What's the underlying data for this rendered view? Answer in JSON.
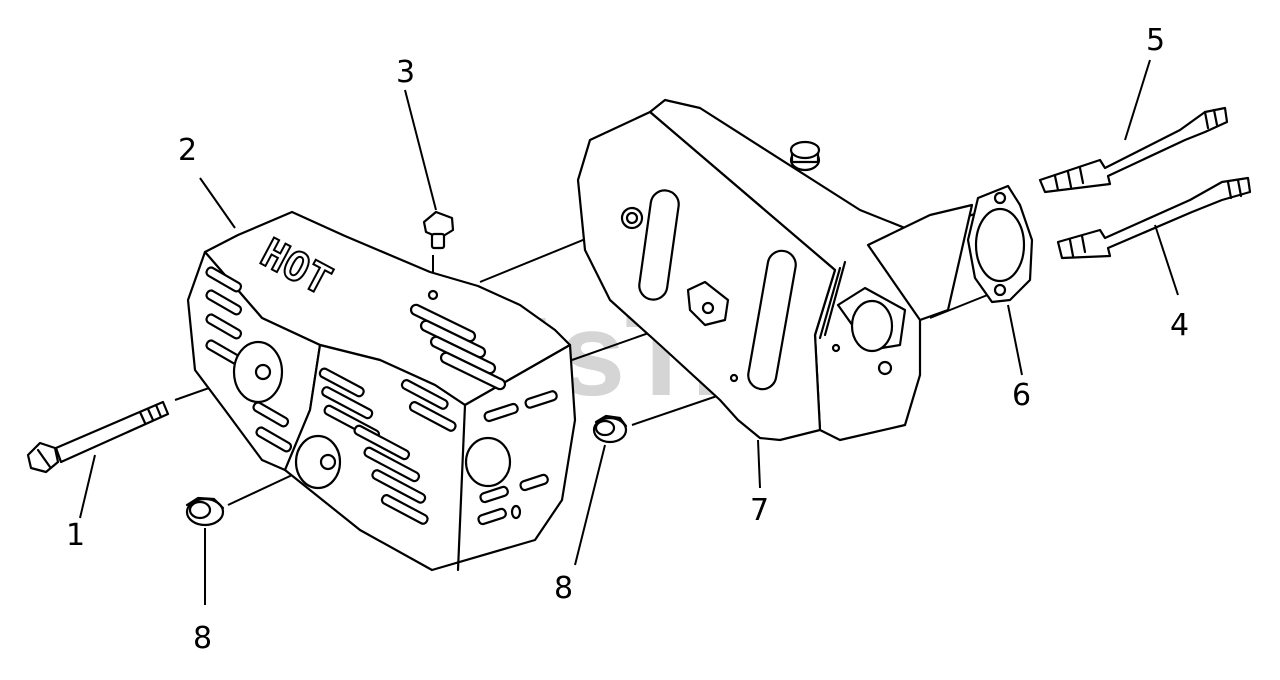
{
  "diagram": {
    "callouts": [
      {
        "id": "1",
        "label": "1"
      },
      {
        "id": "2",
        "label": "2"
      },
      {
        "id": "3",
        "label": "3"
      },
      {
        "id": "4",
        "label": "4"
      },
      {
        "id": "5",
        "label": "5"
      },
      {
        "id": "6",
        "label": "6"
      },
      {
        "id": "7",
        "label": "7"
      },
      {
        "id": "8a",
        "label": "8"
      },
      {
        "id": "8b",
        "label": "8"
      }
    ],
    "stamp_text": "HOT",
    "watermark": "PartsTree",
    "watermark_mark": "™"
  }
}
